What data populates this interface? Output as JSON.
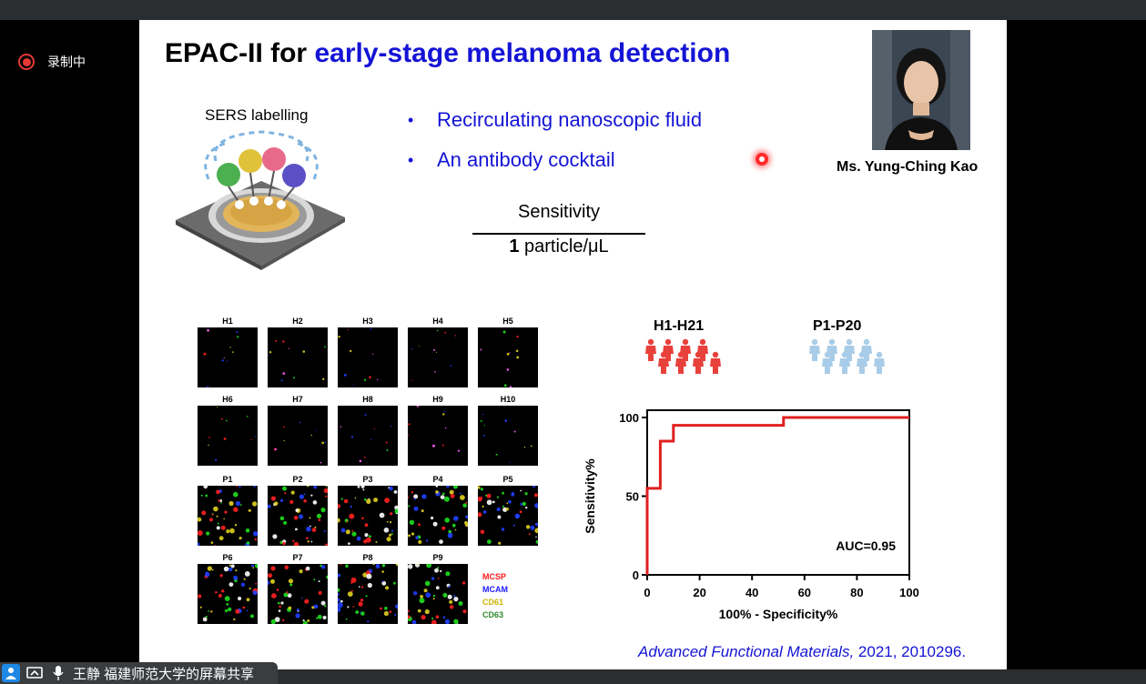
{
  "recording": {
    "label": "录制中"
  },
  "share": {
    "label": "王静 福建师范大学的屏幕共享"
  },
  "slide": {
    "title_black": "EPAC-II for ",
    "title_blue": "early-stage melanoma detection",
    "sers_label": "SERS labelling",
    "bullets": [
      "Recirculating nanoscopic fluid",
      "An antibody cocktail"
    ],
    "sensitivity_header": "Sensitivity",
    "sensitivity_value_bold": "1",
    "sensitivity_value_rest": " particle/μL",
    "photo_name": "Ms. Yung-Ching Kao",
    "healthy_label": "H1-H21",
    "patient_label": "P1-P20",
    "grid_labels": [
      "H1",
      "H2",
      "H3",
      "H4",
      "H5",
      "H6",
      "H7",
      "H8",
      "H9",
      "H10",
      "P1",
      "P2",
      "P3",
      "P4",
      "P5",
      "P6",
      "P7",
      "P8",
      "P9"
    ],
    "legend": [
      {
        "text": "MCSP",
        "color": "#ff1a1a"
      },
      {
        "text": "MCAM",
        "color": "#1a1aff"
      },
      {
        "text": "CD61",
        "color": "#c8b400"
      },
      {
        "text": "CD63",
        "color": "#2e8b2e"
      }
    ],
    "citation_journal": "Advanced Functional Materials,",
    "citation_rest": " 2021, 2010296.",
    "colors": {
      "accent_blue": "#1414d6",
      "healthy": "#e8413c",
      "patient": "#a9cde8",
      "roc": "#e02020"
    }
  },
  "chart_data": {
    "type": "line",
    "title": "",
    "xlabel": "100% - Specificity%",
    "ylabel": "Sensitivity%",
    "xlim": [
      0,
      100
    ],
    "ylim": [
      0,
      100
    ],
    "xticks": [
      0,
      20,
      40,
      60,
      80,
      100
    ],
    "yticks": [
      0,
      50,
      100
    ],
    "annotation": "AUC=0.95",
    "grid": false,
    "series": [
      {
        "x": [
          0,
          0,
          5,
          5,
          10,
          10,
          52,
          52,
          100
        ],
        "y": [
          0,
          55,
          55,
          85,
          85,
          95,
          95,
          100,
          100
        ]
      }
    ]
  }
}
